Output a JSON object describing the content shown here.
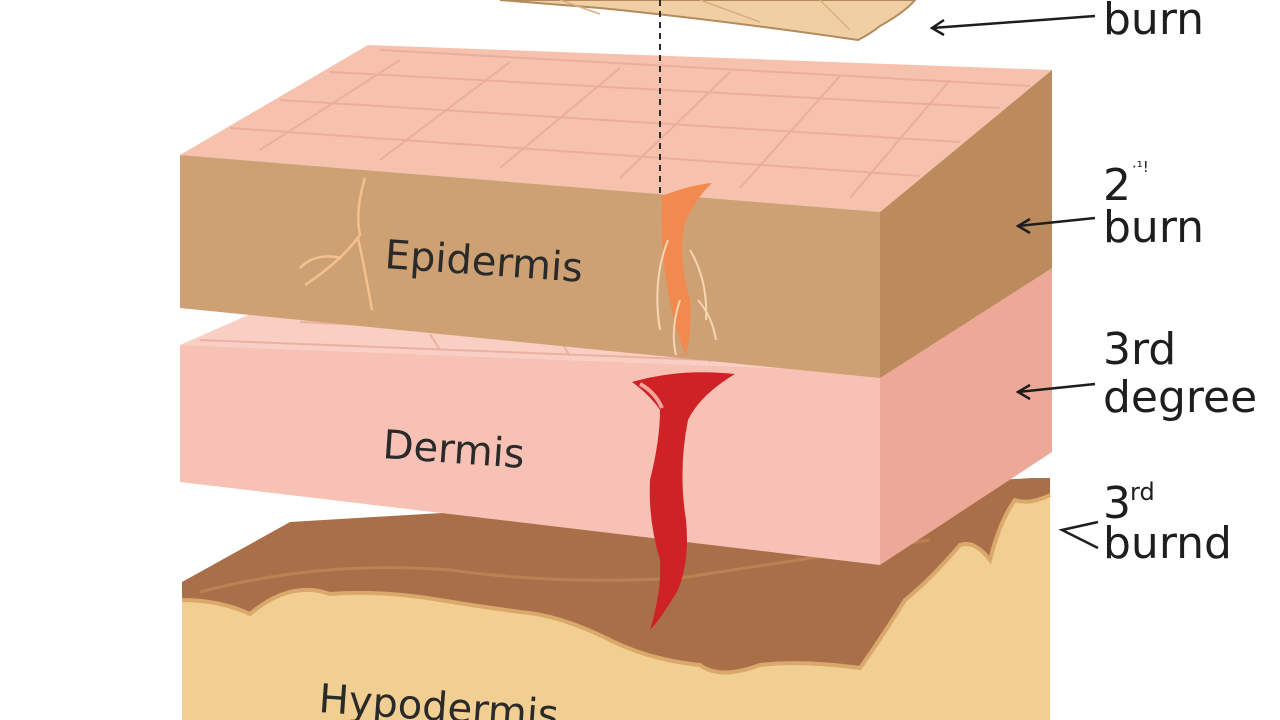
{
  "layers": {
    "epidermis": "Epidermis",
    "dermis": "Dermis",
    "hypodermis": "Hypodermis"
  },
  "side_labels": {
    "first": {
      "line2": "burn"
    },
    "second": {
      "line1": "2",
      "sup": "·¹!",
      "line2": "burn"
    },
    "third": {
      "line1": "3rd",
      "line2": "degree"
    },
    "fourth": {
      "line1": "3",
      "sup": "rd",
      "line2": "burnd"
    }
  },
  "colors": {
    "epidermis_top": "#f6c2ae",
    "epidermis_front": "#cda173",
    "epidermis_side": "#bc8b5d",
    "dermis_top": "#f9cfc4",
    "dermis_front": "#f7c2b5",
    "dermis_side": "#eda898",
    "hypodermis_top": "#a86f49",
    "hypodermis_front": "#f1ce92",
    "hypodermis_side": "#e3bb7a",
    "blood": "#cf2226",
    "burn_orange": "#f2894e"
  }
}
